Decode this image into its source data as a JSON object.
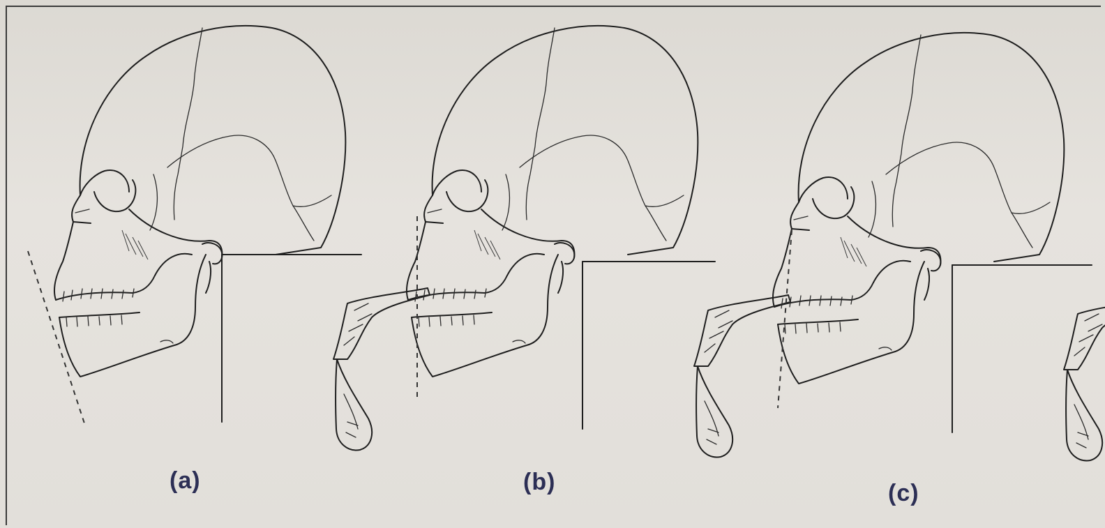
{
  "figure": {
    "panels": [
      {
        "id": "a",
        "label": "(a)"
      },
      {
        "id": "b",
        "label": "(b)"
      },
      {
        "id": "c",
        "label": "(c)"
      }
    ]
  },
  "colors": {
    "paper": "#e3e0db",
    "ink": "#1e1e1e",
    "label": "#2c2f55"
  }
}
